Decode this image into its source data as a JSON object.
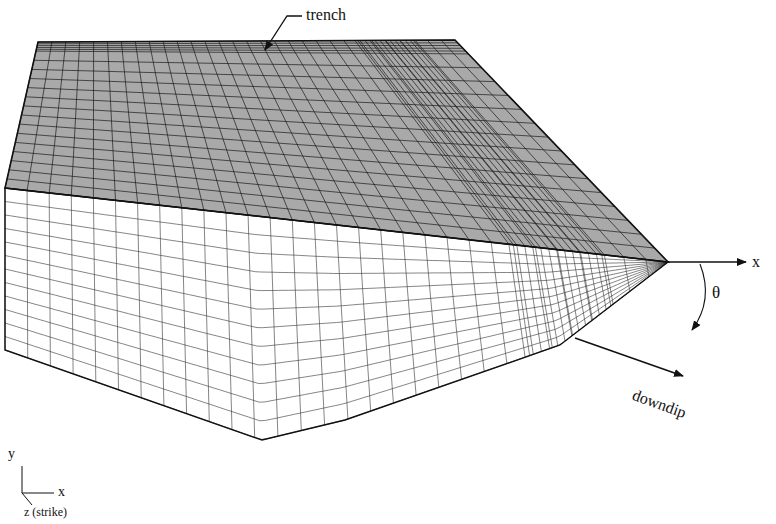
{
  "diagram": {
    "labels": [
      "trench",
      "x",
      "θ",
      "downdip",
      "y",
      "x",
      "z (strike)"
    ]
  }
}
